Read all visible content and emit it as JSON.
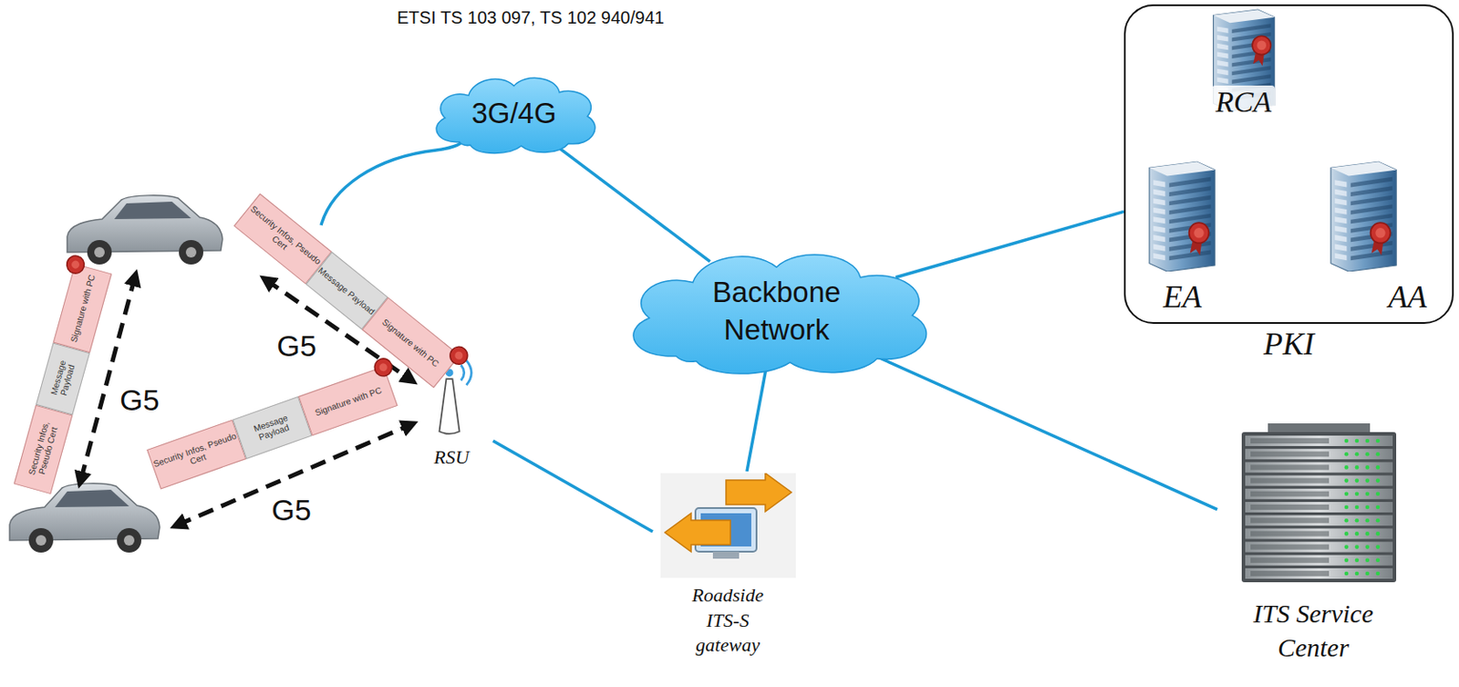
{
  "diagram": {
    "title": "ETSI TS 103 097, TS 102 940/941",
    "nodes": [
      {
        "text": [
          "3G/4G"
        ]
      },
      {
        "text": [
          "Backbone Network"
        ]
      },
      {
        "text": [
          "PKI"
        ]
      },
      {
        "text": [
          "RCA"
        ],
        "in": 2
      },
      {
        "text": [
          "EA"
        ],
        "in": 2
      },
      {
        "text": [
          "AA"
        ],
        "in": 2
      },
      {
        "text": [
          "RSU"
        ]
      },
      {
        "text": [
          "Roadside ITS-S gateway"
        ]
      },
      {
        "text": [
          "ITS Service Center"
        ]
      }
    ],
    "edges": [
      {
        "from": 0,
        "to": 1,
        "arrow": "none"
      },
      {
        "from": 1,
        "to": 2,
        "arrow": "none"
      },
      {
        "from": 1,
        "to": 7,
        "arrow": "none"
      },
      {
        "from": 1,
        "to": 8,
        "arrow": "none"
      },
      {
        "from": 6,
        "to": 7,
        "arrow": "none"
      },
      {
        "from": 3,
        "to": 4,
        "arrow": "none"
      },
      {
        "from": 3,
        "to": 5,
        "arrow": "none"
      },
      {
        "from": 4,
        "to": 5,
        "arrow": "none"
      }
    ],
    "labels": [
      "Security Infos, Pseudo Cert",
      "Message Payload",
      "Signature with PC",
      "G5",
      "Security Infos, Pseudo Cert",
      "Message Payload",
      "Signature with PC",
      "G5",
      "Security Infos, Pseudo Cert",
      "Message Payload",
      "Signature with PC",
      "G5"
    ]
  }
}
